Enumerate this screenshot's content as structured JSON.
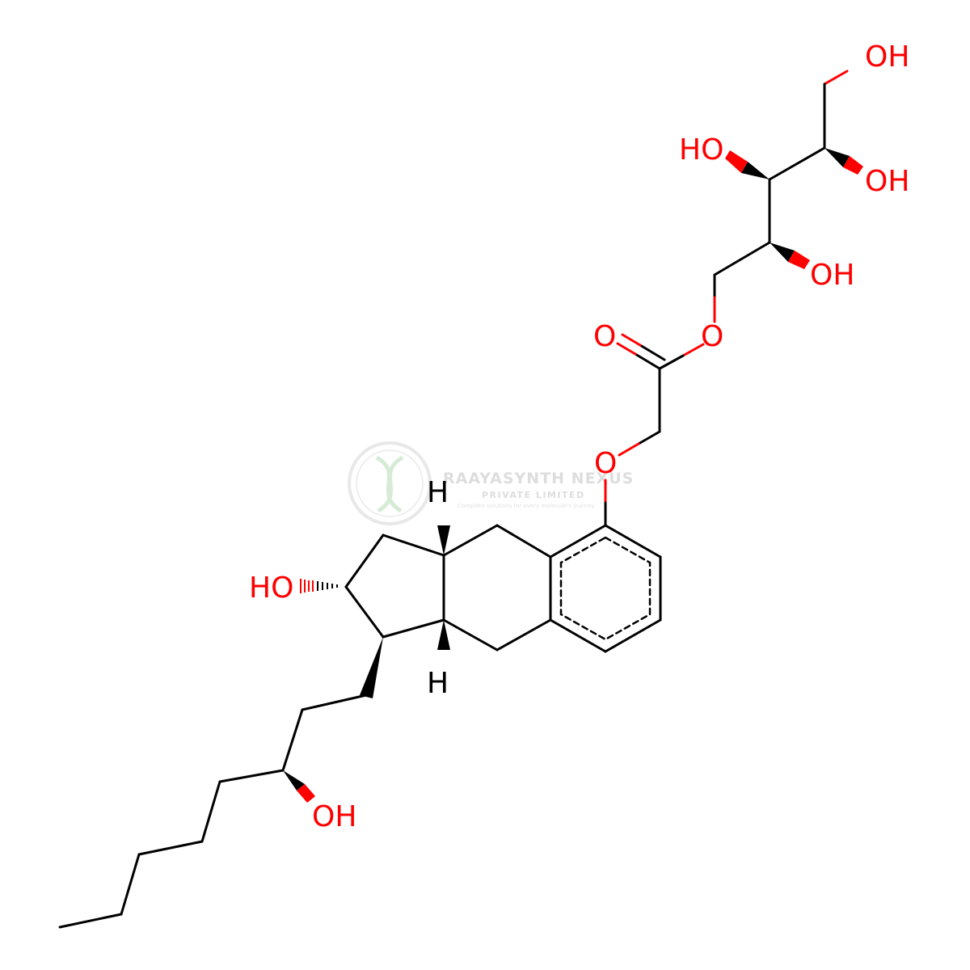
{
  "watermark": {
    "company": "RAAYASYNTH NEXUS",
    "subtitle": "PRIVATE LIMITED",
    "tagline": "Complete solutions for every molecule's journey"
  },
  "colors": {
    "background": "#ffffff",
    "bond": "#000000",
    "heteroatom_oxygen": "#ff0000",
    "watermark": "#d8d8d8",
    "watermark_logo_green": "#cfe8cf"
  },
  "atom_labels": {
    "oh_terminal": "OH",
    "oh_c4_left": "HO",
    "oh_c4_right": "OH",
    "oh_c2": "OH",
    "ester_o": "O",
    "carbonyl_o": "O",
    "ether_o": "O",
    "oh_ring": "HO",
    "oh_side_chain": "OH",
    "h_top": "H",
    "h_bottom": "H"
  }
}
